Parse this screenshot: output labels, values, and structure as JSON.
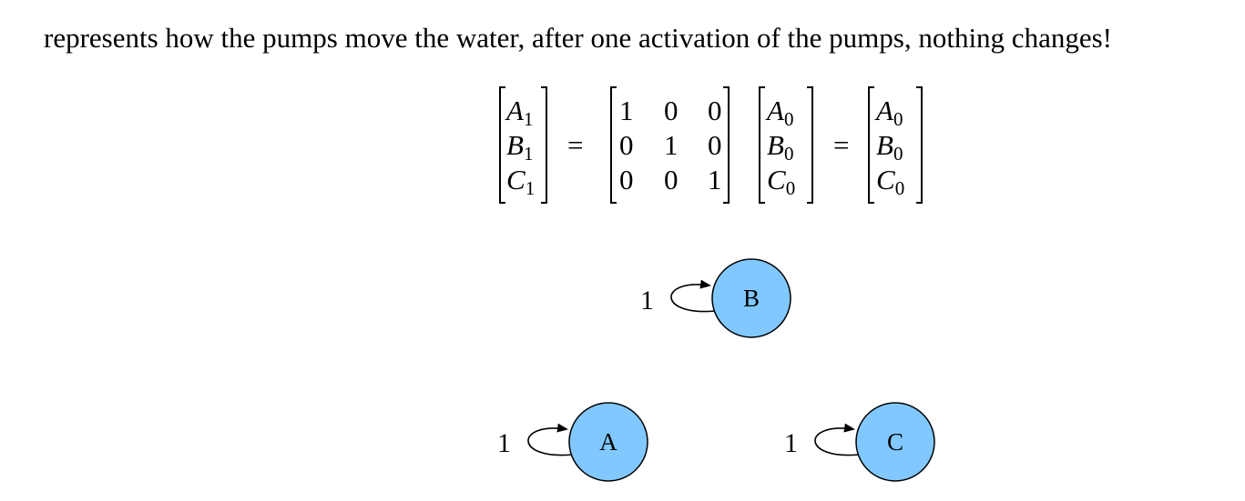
{
  "paragraph": {
    "text": "represents how the pumps move the water, after one activation of the pumps, nothing changes!"
  },
  "equation": {
    "lhs": {
      "A": "A",
      "A_sub": "1",
      "B": "B",
      "B_sub": "1",
      "C": "C",
      "C_sub": "1"
    },
    "equals": "=",
    "matrix": [
      [
        "1",
        "0",
        "0"
      ],
      [
        "0",
        "1",
        "0"
      ],
      [
        "0",
        "0",
        "1"
      ]
    ],
    "vec": {
      "A": "A",
      "A_sub": "0",
      "B": "B",
      "B_sub": "0",
      "C": "C",
      "C_sub": "0"
    },
    "rhs": {
      "A": "A",
      "A_sub": "0",
      "B": "B",
      "B_sub": "0",
      "C": "C",
      "C_sub": "0"
    }
  },
  "graph": {
    "node_color": "#80c8ff",
    "nodes": [
      {
        "label": "B",
        "self_loop_weight": "1"
      },
      {
        "label": "A",
        "self_loop_weight": "1"
      },
      {
        "label": "C",
        "self_loop_weight": "1"
      }
    ]
  }
}
